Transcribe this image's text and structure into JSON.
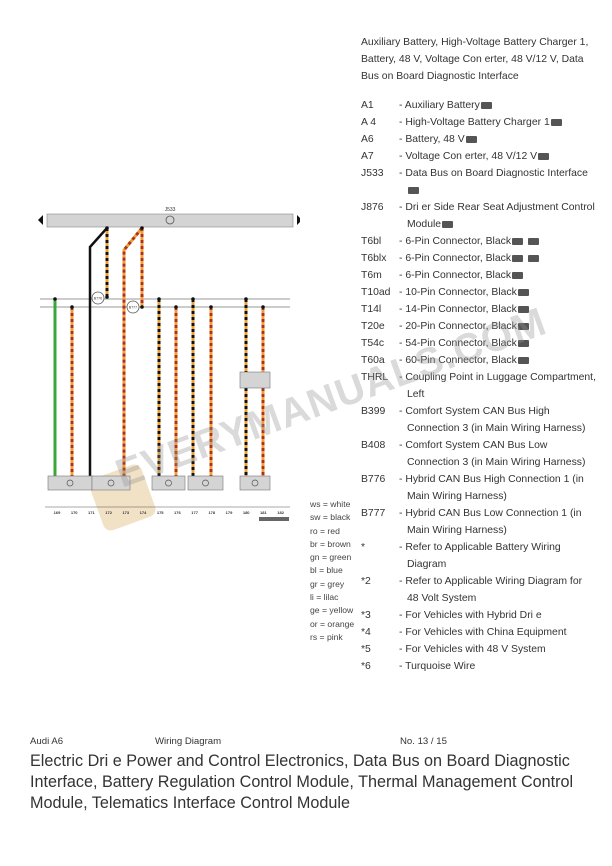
{
  "legend": {
    "heading": "Auxiliary Battery, High-Voltage Battery Charger 1, Battery, 48 V, Voltage Con  erter, 48 V/12 V, Data Bus on Board Diagnostic Interface",
    "items": [
      {
        "code": "A1",
        "desc": "- Auxiliary Battery",
        "icons": 1
      },
      {
        "code": "A  4",
        "desc": "- High-Voltage Battery Charger 1",
        "icons": 1
      },
      {
        "code": "A6",
        "desc": "- Battery, 48 V",
        "icons": 1
      },
      {
        "code": "A7",
        "desc": "- Voltage Con  erter, 48 V/12 V",
        "icons": 1
      },
      {
        "code": "J533",
        "desc": "- Data Bus on Board Diagnostic Interface",
        "icons": 1
      },
      {
        "code": "J876",
        "desc": "- Dri  er Side Rear Seat Adjustment Control Module",
        "icons": 1
      },
      {
        "code": "T6bl",
        "desc": "- 6-Pin Connector, Black",
        "icons": 2
      },
      {
        "code": "T6blx",
        "desc": "- 6-Pin Connector, Black",
        "icons": 2
      },
      {
        "code": "T6m",
        "desc": "- 6-Pin Connector, Black",
        "icons": 1
      },
      {
        "code": "T10ad",
        "desc": "- 10-Pin Connector, Black",
        "icons": 1
      },
      {
        "code": "T14l",
        "desc": "- 14-Pin Connector, Black",
        "icons": 1
      },
      {
        "code": "T20e",
        "desc": "- 20-Pin Connector, Black",
        "icons": 1
      },
      {
        "code": "T54c",
        "desc": "- 54-Pin Connector, Black",
        "icons": 1
      },
      {
        "code": "T60a",
        "desc": "- 60-Pin Connector, Black",
        "icons": 1
      },
      {
        "code": "THRL",
        "desc": "- Coupling Point in Luggage Compartment, Left",
        "icons": 0
      },
      {
        "code": "B399",
        "desc": "- Comfort System CAN Bus High Connection 3 (in Main Wiring Harness)",
        "icons": 0
      },
      {
        "code": "B408",
        "desc": "- Comfort System CAN Bus Low Connection 3 (in Main Wiring Harness)",
        "icons": 0
      },
      {
        "code": "B776",
        "desc": "- Hybrid CAN Bus High Connection 1 (in Main Wiring Harness)",
        "icons": 0
      },
      {
        "code": "B777",
        "desc": "- Hybrid CAN Bus Low Connection 1 (in Main Wiring Harness)",
        "icons": 0
      },
      {
        "code": "*",
        "desc": "- Refer to Applicable Battery Wiring Diagram",
        "icons": 0
      },
      {
        "code": "*2",
        "desc": "- Refer to Applicable Wiring Diagram for 48 Volt System",
        "icons": 0
      },
      {
        "code": "*3",
        "desc": "- For Vehicles with Hybrid Dri  e",
        "icons": 0
      },
      {
        "code": "*4",
        "desc": "- For Vehicles with China Equipment",
        "icons": 0
      },
      {
        "code": "*5",
        "desc": "- For Vehicles with 48 V System",
        "icons": 0
      },
      {
        "code": "*6",
        "desc": "- Turquoise Wire",
        "icons": 0
      }
    ]
  },
  "wire_colors": [
    "ws = white",
    "sw = black",
    "ro  = red",
    "br  = brown",
    "gn = green",
    "bl  = blue",
    "gr  = grey",
    "li    = lilac",
    "ge = yellow",
    "or  = orange",
    "rs  = pink"
  ],
  "diagram": {
    "module_label": "J533",
    "splice_labels": [
      "B776",
      "B777"
    ],
    "columns": [
      "169",
      "170",
      "171",
      "172",
      "173",
      "174",
      "175",
      "176",
      "177",
      "178",
      "179",
      "180",
      "181",
      "182"
    ],
    "colors": {
      "orange": "#f0a030",
      "black": "#111111",
      "green": "#3aa63a",
      "red": "#b03020",
      "box": "#d4d4d4"
    }
  },
  "footer": {
    "model": "Audi A6",
    "doc_type": "Wiring Diagram",
    "page": "No.  13 / 15",
    "title": "Electric Dri  e Power and Control Electronics, Data Bus on Board Diagnostic Interface, Battery Regulation Control Module, Thermal Management Control Module, Telematics Interface Control Module"
  },
  "watermark": "EVERYMANUALS.COM"
}
